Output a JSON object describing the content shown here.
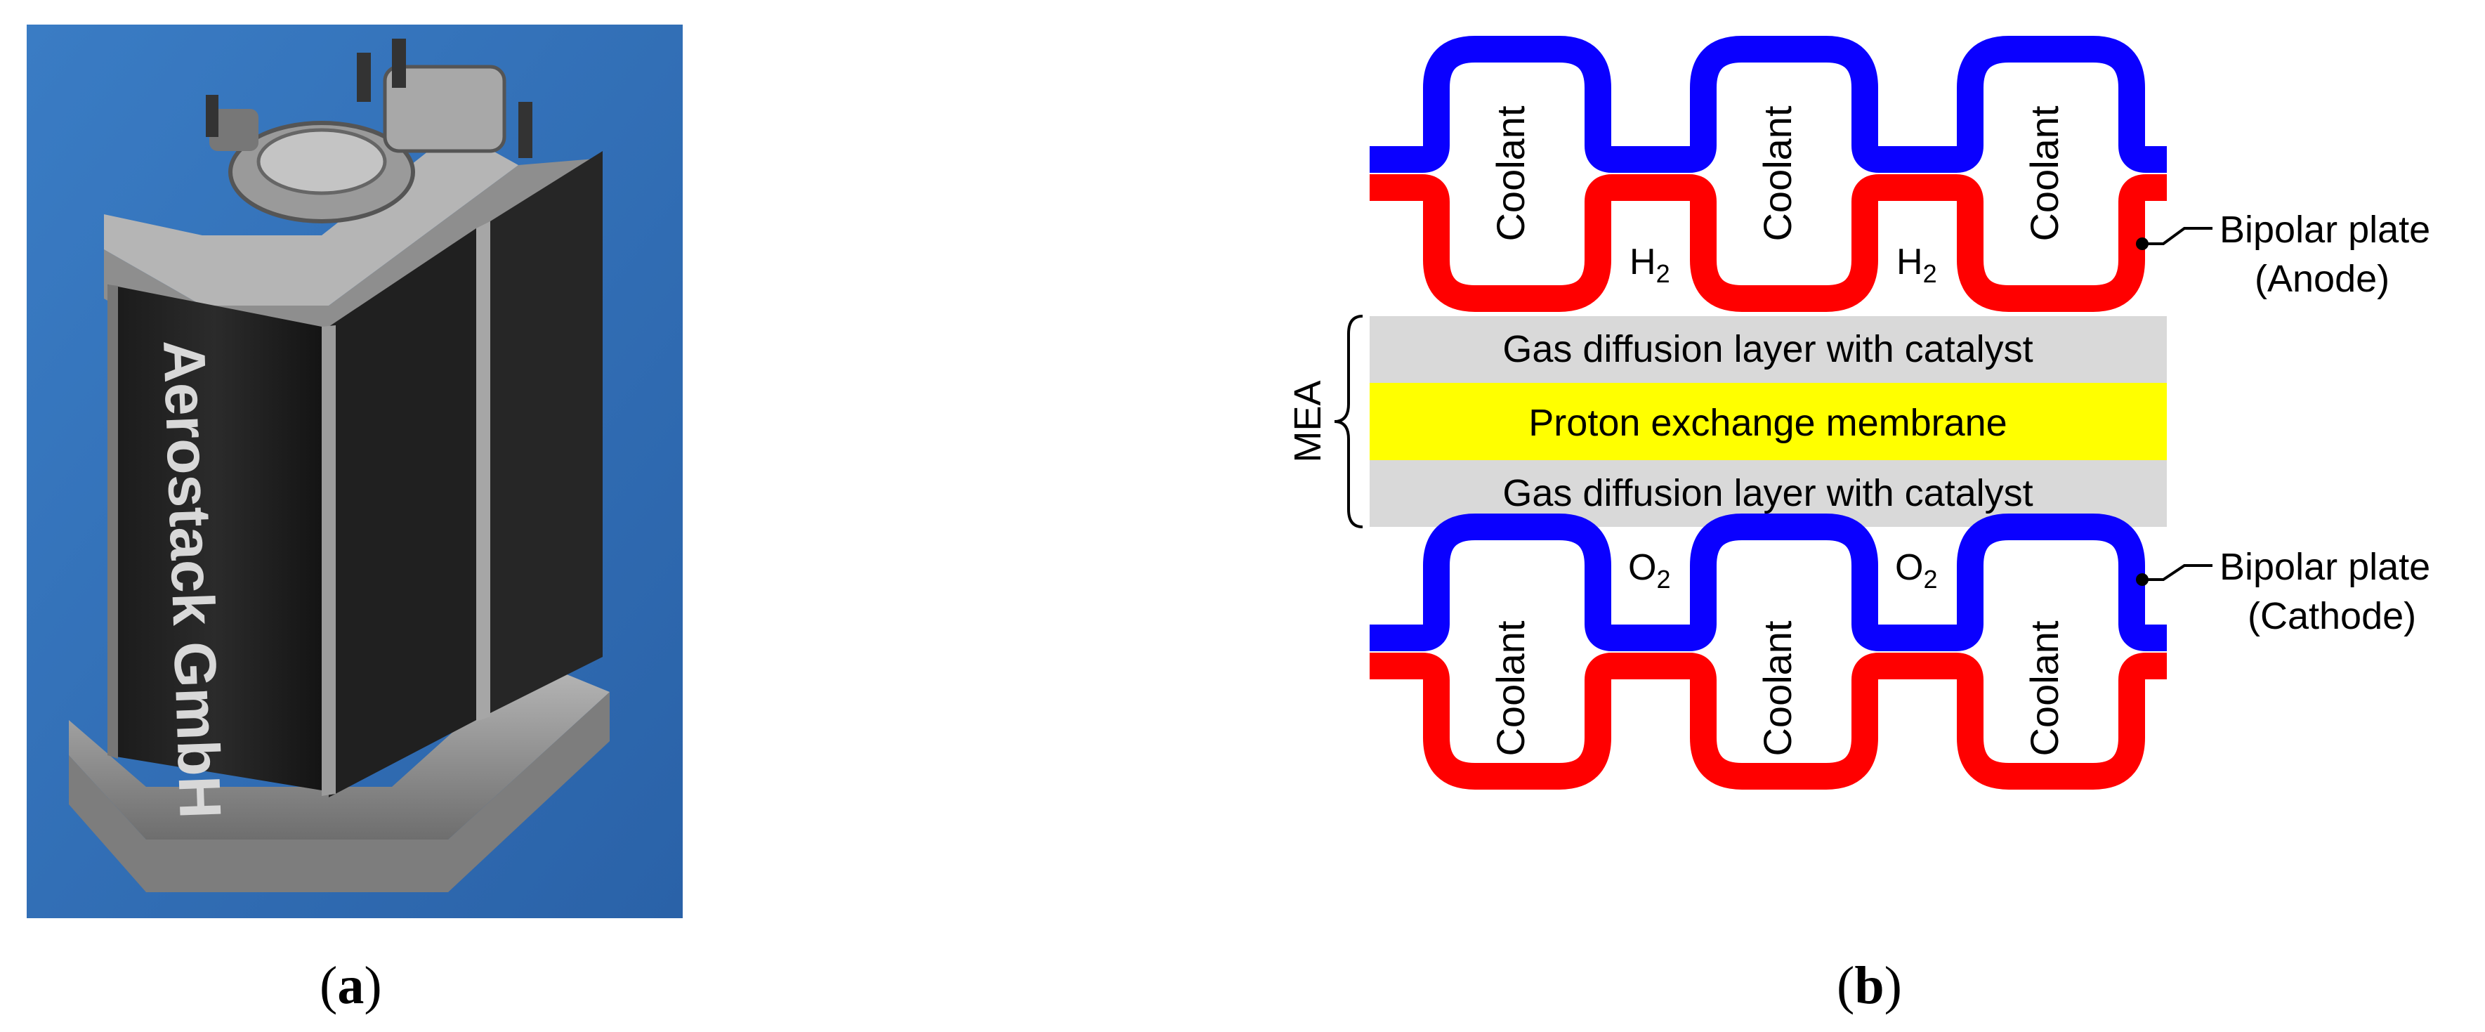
{
  "panel_a": {
    "stack_label": "Aerostack GmbH",
    "caption_letter": "a"
  },
  "panel_b": {
    "caption_letter": "b",
    "coolant_label": "Coolant",
    "anode_gas": {
      "base": "H",
      "sub": "2"
    },
    "cathode_gas": {
      "base": "O",
      "sub": "2"
    },
    "layers": {
      "gdl_top": "Gas diffusion layer with catalyst",
      "pem": "Proton exchange membrane",
      "gdl_bottom": "Gas diffusion layer with catalyst"
    },
    "mea_label": "MEA",
    "anode_plate": {
      "line1": "Bipolar plate",
      "line2": "(Anode)"
    },
    "cathode_plate": {
      "line1": "Bipolar plate",
      "line2": "(Cathode)"
    }
  },
  "colors": {
    "coolant_plate": "#0a00ff",
    "gas_plate": "#ff0000",
    "gdl": "#d9d9d9",
    "membrane": "#ffff00",
    "photo_background": "#2f6fb8"
  }
}
